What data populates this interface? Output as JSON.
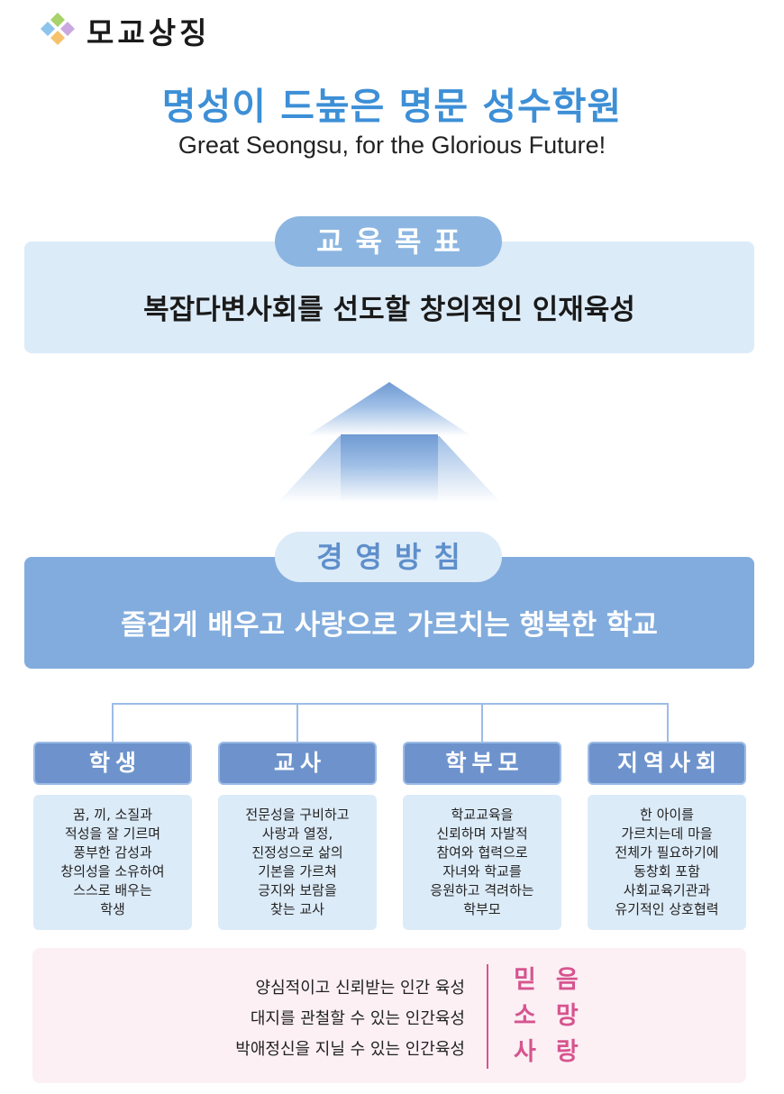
{
  "header": {
    "title": "모교상징",
    "logo_colors": [
      "#8cc4ec",
      "#a8d26a",
      "#f5c26b",
      "#c9a8e0"
    ]
  },
  "motto": {
    "korean": "명성이 드높은 명문 성수학원",
    "english": "Great Seongsu, for the Glorious Future!"
  },
  "goal": {
    "label": "교육목표",
    "text": "복잡다변사회를 선도할 창의적인 인재육성"
  },
  "policy": {
    "label": "경영방침",
    "text": "즐겁게 배우고 사랑으로 가르치는 행복한 학교"
  },
  "roles": [
    {
      "title": "학생",
      "lines": [
        "꿈, 끼, 소질과",
        "적성을 잘 기르며",
        "풍부한 감성과",
        "창의성을 소유하여",
        "스스로 배우는",
        "학생"
      ]
    },
    {
      "title": "교사",
      "lines": [
        "전문성을 구비하고",
        "사랑과 열정,",
        "진정성으로 삶의",
        "기본을 가르쳐",
        "긍지와 보람을",
        "찾는 교사"
      ]
    },
    {
      "title": "학부모",
      "lines": [
        "학교교육을",
        "신뢰하며 자발적",
        "참여와 협력으로",
        "자녀와 학교를",
        "응원하고 격려하는",
        "학부모"
      ]
    },
    {
      "title": "지역사회",
      "lines": [
        "한 아이를",
        "가르치는데 마을",
        "전체가 필요하기에",
        "동창회 포함",
        "사회교육기관과",
        "유기적인 상호협력"
      ]
    }
  ],
  "bottom": {
    "values": [
      "양심적이고 신뢰받는 인간 육성",
      "대지를 관철할 수 있는 인간육성",
      "박애정신을 지닐 수 있는 인간육성"
    ],
    "virtues": [
      "믿음",
      "소망",
      "사랑"
    ]
  },
  "colors": {
    "accent_blue": "#3d8fd6",
    "pill_blue": "#8cb6e1",
    "light_blue": "#dcebf8",
    "policy_blue": "#82acdd",
    "role_blue": "#6e93cc",
    "pink": "#d6558f",
    "pink_bg": "#fcf0f5"
  }
}
